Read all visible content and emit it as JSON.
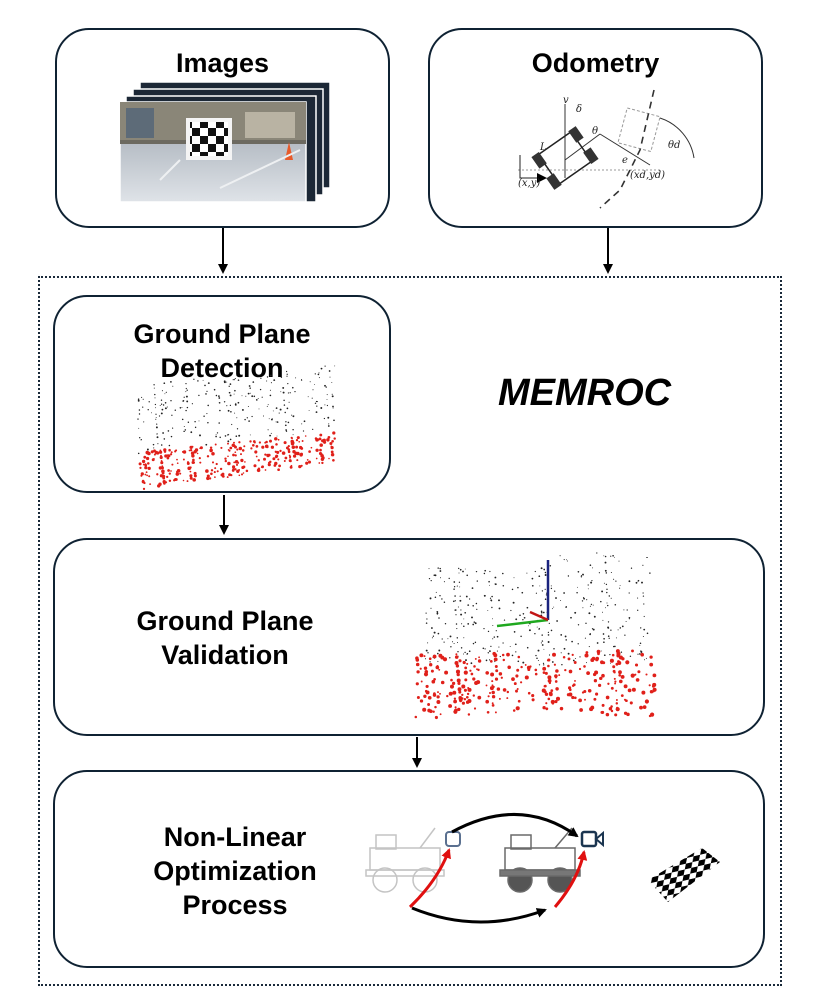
{
  "images_box": {
    "title": "Images"
  },
  "odometry_box": {
    "title": "Odometry",
    "labels": {
      "v": "v",
      "delta": "δ",
      "theta": "θ",
      "L": "L",
      "xy": "(x,y)",
      "e": "e",
      "xd_yd": "(xd,yd)",
      "theta_d": "θd"
    }
  },
  "framework_label": "MEMROC",
  "ground_detection_box": {
    "title_line1": "Ground Plane",
    "title_line2": "Detection"
  },
  "ground_validation_box": {
    "title_line1": "Ground Plane",
    "title_line2": "Validation"
  },
  "optimization_box": {
    "title_line1": "Non-Linear",
    "title_line2": "Optimization",
    "title_line3": "Process"
  },
  "colors": {
    "box_border": "#0f2233",
    "ground_points": "#e0201a",
    "scene_points": "#222222",
    "axis_blue": "#1a237e",
    "axis_green": "#1fa81f",
    "axis_red": "#c21515",
    "rotation_arrow": "#e01010",
    "camera_icon": "#1b3550"
  }
}
